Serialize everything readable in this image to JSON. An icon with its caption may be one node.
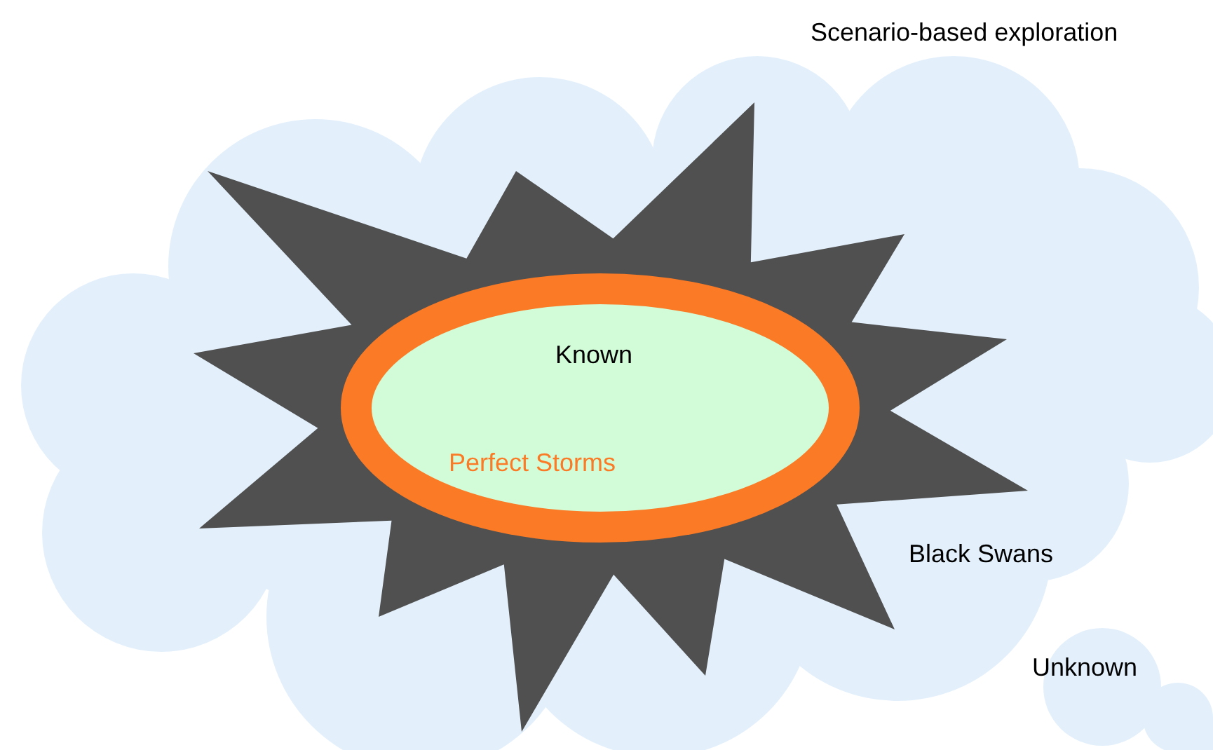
{
  "diagram": {
    "nodes": [
      {
        "text": [
          "Scenario-based exploration",
          "Black Swans"
        ]
      },
      {
        "text": [],
        "shape": "star"
      },
      {
        "text": [
          "Known",
          "Perfect Storms"
        ],
        "in": 0
      },
      {
        "text": [
          "Unknown"
        ]
      }
    ]
  }
}
